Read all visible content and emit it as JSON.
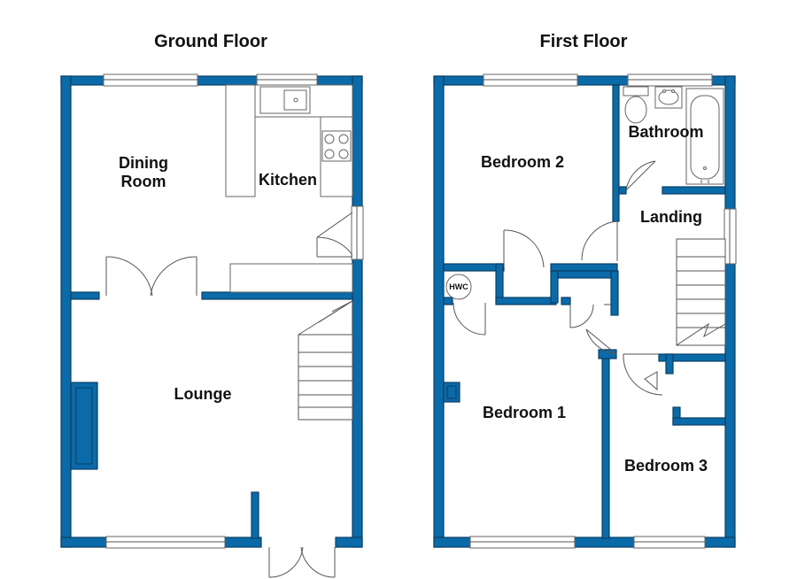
{
  "floors": {
    "ground": {
      "title": "Ground Floor",
      "rooms": {
        "dining_line1": "Dining",
        "dining_line2": "Room",
        "kitchen": "Kitchen",
        "lounge": "Lounge"
      }
    },
    "first": {
      "title": "First Floor",
      "rooms": {
        "bedroom2": "Bedroom 2",
        "bathroom": "Bathroom",
        "landing": "Landing",
        "bedroom1": "Bedroom 1",
        "bedroom3": "Bedroom 3",
        "hwc": "HWC"
      }
    }
  },
  "colors": {
    "wall": "#0b6aa8",
    "wall_outline": "#0a3f66"
  }
}
